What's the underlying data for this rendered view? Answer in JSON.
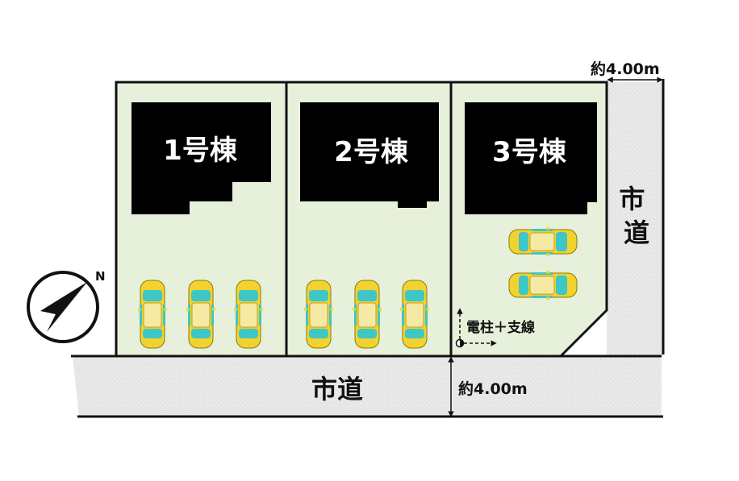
{
  "colors": {
    "lot_fill": "#e6f0da",
    "road_fill": "#e9e9e9",
    "building_fill": "#000000",
    "building_text": "#ffffff",
    "car_body": "#f2d22e",
    "car_glass": "#3fc6c6",
    "line": "#111111"
  },
  "lots": [
    {
      "label": "1号棟"
    },
    {
      "label": "2号棟"
    },
    {
      "label": "3号棟"
    }
  ],
  "roads": {
    "south": {
      "label": "市道",
      "width": "約4.00m"
    },
    "east": {
      "label": "市道",
      "width": "約4.00m"
    }
  },
  "utility_pole": {
    "label": "電柱＋支線"
  },
  "compass": {
    "north_label": "N"
  },
  "cars": {
    "lot1": 3,
    "lot2": 3,
    "lot3": 2
  }
}
